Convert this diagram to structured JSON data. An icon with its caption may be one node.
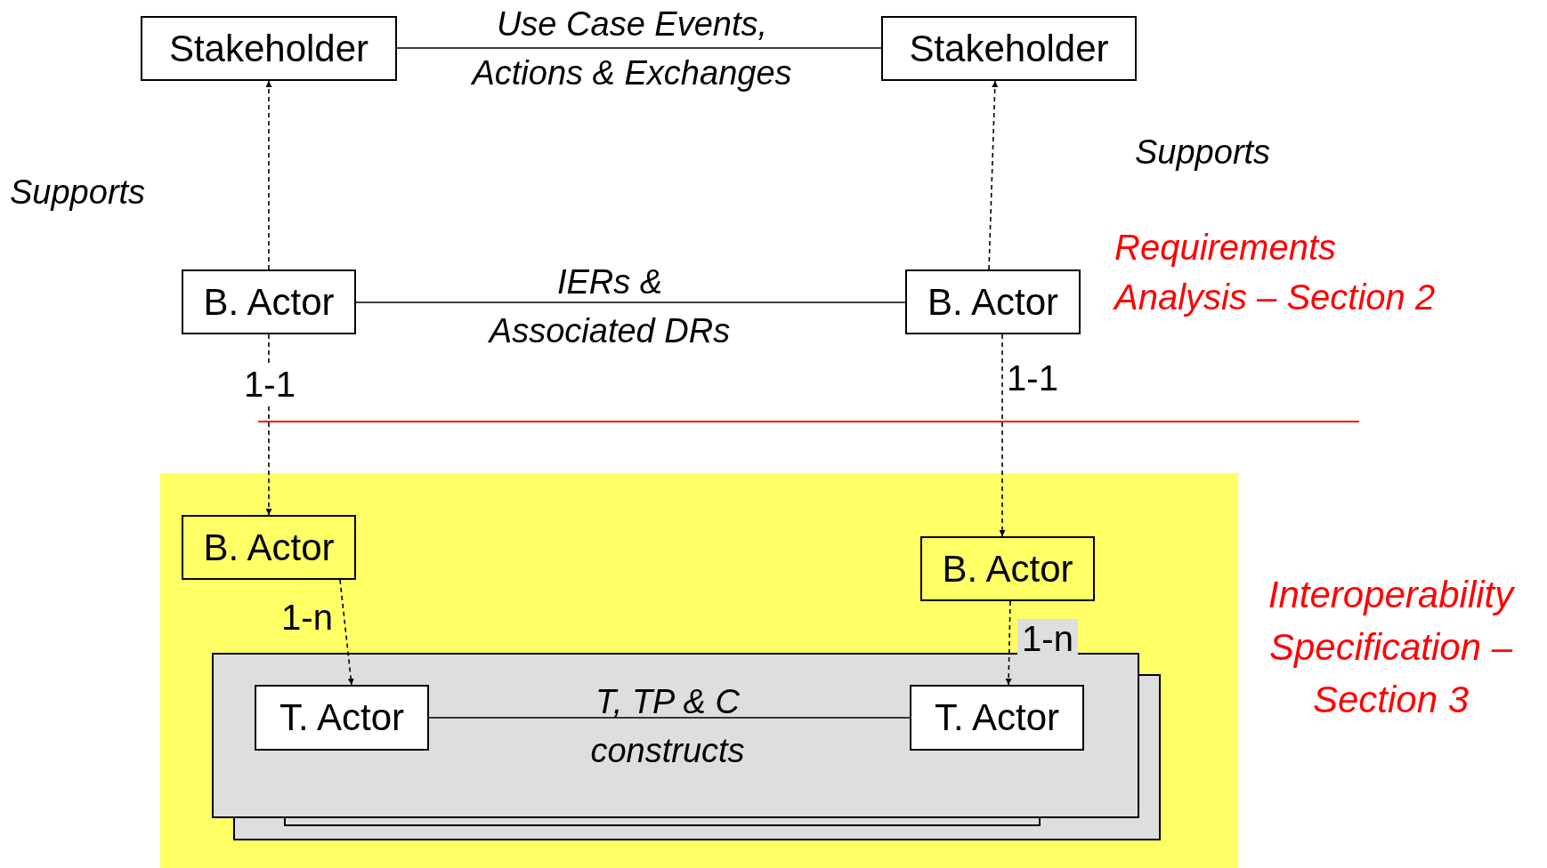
{
  "diagram": {
    "nodes": [
      {
        "text": [
          "Stakeholder"
        ]
      },
      {
        "text": [
          "Stakeholder"
        ]
      },
      {
        "text": [
          "B. Actor"
        ]
      },
      {
        "text": [
          "B. Actor"
        ]
      },
      {
        "text": [],
        "shape": "box"
      },
      {
        "text": [
          "B. Actor"
        ],
        "in": 4
      },
      {
        "text": [
          "B. Actor"
        ],
        "in": 4
      },
      {
        "text": [],
        "shape": "box",
        "in": 4
      },
      {
        "text": [
          "T. Actor"
        ],
        "in": 7
      },
      {
        "text": [
          "T. Actor"
        ],
        "in": 7
      }
    ],
    "edges": [
      {
        "from": 0,
        "to": 1,
        "arrow": "none",
        "label": "Use Case Events, Actions & Exchanges"
      },
      {
        "from": 2,
        "to": 0,
        "arrow": "to",
        "style": "dashed"
      },
      {
        "from": 3,
        "to": 1,
        "arrow": "to",
        "style": "dashed"
      },
      {
        "from": 2,
        "to": 3,
        "arrow": "none",
        "label": "IERs & Associated DRs"
      },
      {
        "from": 2,
        "to": 5,
        "arrow": "to",
        "style": "dashed",
        "label": "1-1"
      },
      {
        "from": 3,
        "to": 6,
        "arrow": "to",
        "style": "dashed",
        "label": "1-1"
      },
      {
        "from": 5,
        "to": 8,
        "arrow": "to",
        "style": "dashed",
        "label": "1-n"
      },
      {
        "from": 6,
        "to": 9,
        "arrow": "to",
        "style": "dashed",
        "label": "1-n"
      },
      {
        "from": 8,
        "to": 9,
        "arrow": "none",
        "label": "T, TP & C constructs"
      }
    ],
    "labels": [
      "Supports",
      "Supports",
      "Requirements Analysis – Section 2",
      "Interoperability Specification – Section 3"
    ]
  }
}
